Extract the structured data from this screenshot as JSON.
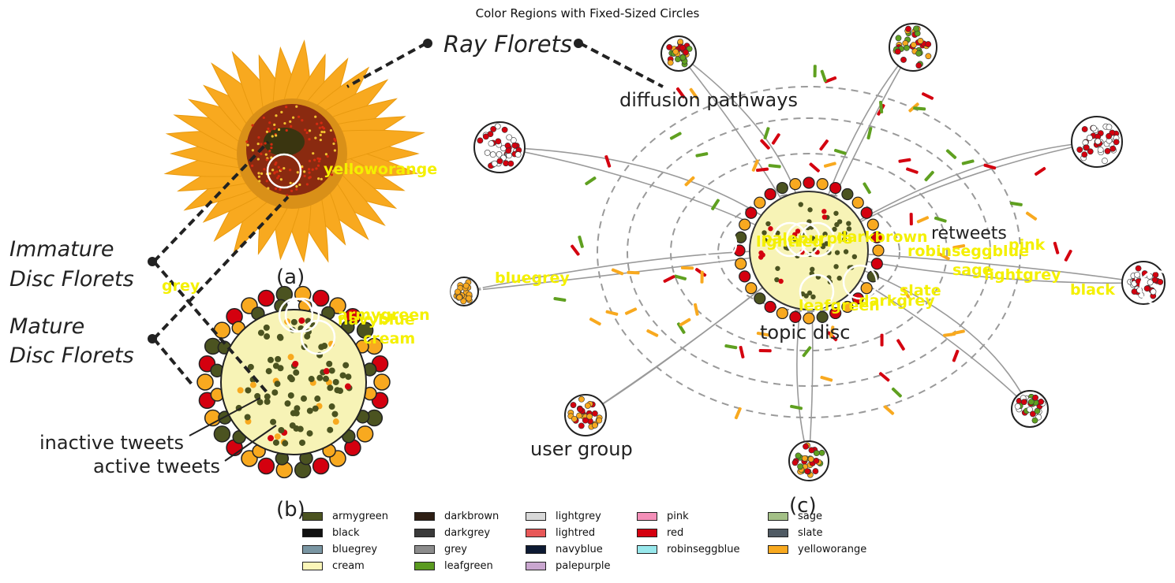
{
  "title": "Color Regions with Fixed-Sized Circles",
  "image_text": {
    "ray_florets": "Ray Florets",
    "diffusion_pathways": "diffusion pathways",
    "immature": "Immature",
    "disc_florets_1": "Disc Florets",
    "mature": "Mature",
    "disc_florets_2": "Disc Florets",
    "panel_a": "(a)",
    "panel_b": "(b)",
    "panel_c": "(c)",
    "inactive_tweets": "inactive tweets",
    "active_tweets": "active tweets",
    "user_group": "user group",
    "topic_disc": "topic disc",
    "retweets": "retweets"
  },
  "overlay_labels": [
    {
      "id": "yelloworange",
      "text": "yelloworange"
    },
    {
      "id": "grey",
      "text": "grey"
    },
    {
      "id": "armygreen",
      "text": "armygreen"
    },
    {
      "id": "navyblue",
      "text": "navyblue"
    },
    {
      "id": "cream",
      "text": "cream"
    },
    {
      "id": "bluegrey",
      "text": "bluegrey"
    },
    {
      "id": "lightred",
      "text": "lightred"
    },
    {
      "id": "palepurple",
      "text": "palepurple"
    },
    {
      "id": "darkbrown",
      "text": "darkbrown"
    },
    {
      "id": "pink",
      "text": "pink"
    },
    {
      "id": "robinseggblue",
      "text": "robinseggblue"
    },
    {
      "id": "sage",
      "text": "sage"
    },
    {
      "id": "lightgrey",
      "text": "lightgrey"
    },
    {
      "id": "slate",
      "text": "slate"
    },
    {
      "id": "darkgrey",
      "text": "darkgrey"
    },
    {
      "id": "leafgreen",
      "text": "leafgreen"
    },
    {
      "id": "black",
      "text": "black"
    }
  ],
  "legend": [
    [
      {
        "label": "armygreen",
        "color": "#4b5320"
      },
      {
        "label": "black",
        "color": "#111111"
      },
      {
        "label": "bluegrey",
        "color": "#7a96a3"
      },
      {
        "label": "cream",
        "color": "#fbf6b8"
      }
    ],
    [
      {
        "label": "darkbrown",
        "color": "#2e1f14"
      },
      {
        "label": "darkgrey",
        "color": "#3a3a3a"
      },
      {
        "label": "grey",
        "color": "#8c8c8c"
      },
      {
        "label": "leafgreen",
        "color": "#5a9a20"
      }
    ],
    [
      {
        "label": "lightgrey",
        "color": "#d8d8d8"
      },
      {
        "label": "lightred",
        "color": "#e85858"
      },
      {
        "label": "navyblue",
        "color": "#0d1a33"
      },
      {
        "label": "palepurple",
        "color": "#c9a6cf"
      }
    ],
    [
      {
        "label": "pink",
        "color": "#f48fb8"
      },
      {
        "label": "red",
        "color": "#d4000f"
      },
      {
        "label": "robinseggblue",
        "color": "#98e8ec"
      }
    ],
    [
      {
        "label": "sage",
        "color": "#a3c086"
      },
      {
        "label": "slate",
        "color": "#4f5a63"
      },
      {
        "label": "yelloworange",
        "color": "#f8a91f"
      }
    ]
  ],
  "colors": {
    "sunflower_petal": "#f8a91f",
    "disc_cream": "#f7f3b6",
    "floret_green": "#4b5320",
    "floret_red": "#d4000f",
    "pathway_green": "#5fa020",
    "overlay_text": "#f4f000"
  }
}
